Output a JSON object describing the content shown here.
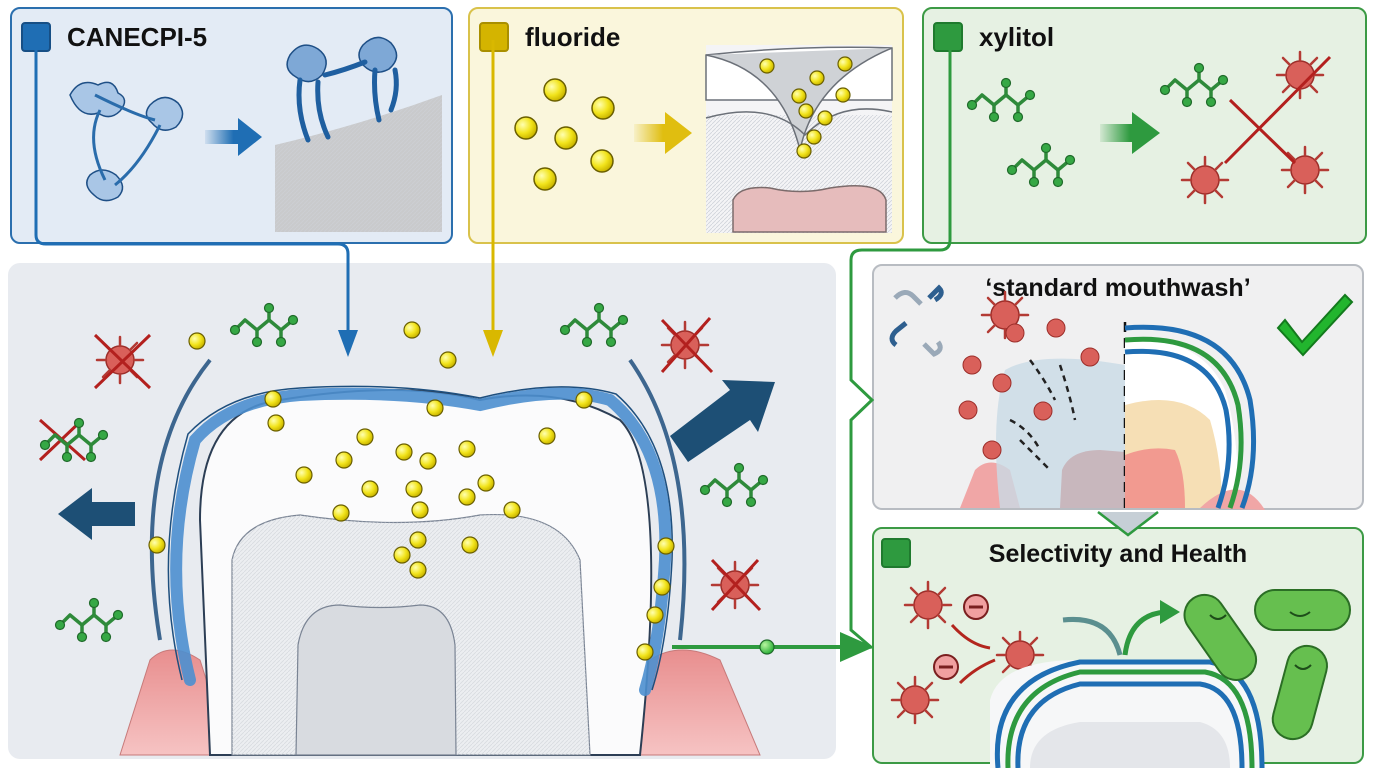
{
  "diagram": {
    "panels": {
      "canecpi": {
        "title": "CANECPI-5",
        "color": "#1f6eb4",
        "description": "protein complexes bind to enamel surface"
      },
      "fluoride": {
        "title": "fluoride",
        "color": "#d4b400",
        "description": "fluoride ions fill enamel lesion"
      },
      "xylitol": {
        "title": "xylitol",
        "color": "#2e9a3f",
        "description": "xylitol molecules inhibit pathogenic bacteria"
      },
      "main": {
        "description": "tooth coated by CANECPI-5 layer with fluoride and xylitol; pathogens repelled"
      },
      "mouthwash": {
        "title": "‘standard mouthwash’",
        "left_state": "broken-chain",
        "right_state": "check"
      },
      "health": {
        "title": "Selectivity and Health",
        "color": "#2e9a3f"
      }
    },
    "icons": {
      "broken_chain": "broken-chain-icon",
      "check": "checkmark-icon",
      "minus": "minus-circle-icon"
    },
    "colors": {
      "blue": "#1f6eb4",
      "yellow": "#f0e020",
      "green": "#2e9a3f",
      "bacteria_red": "#d9605a",
      "gum_pink": "#f0a6a6"
    }
  }
}
